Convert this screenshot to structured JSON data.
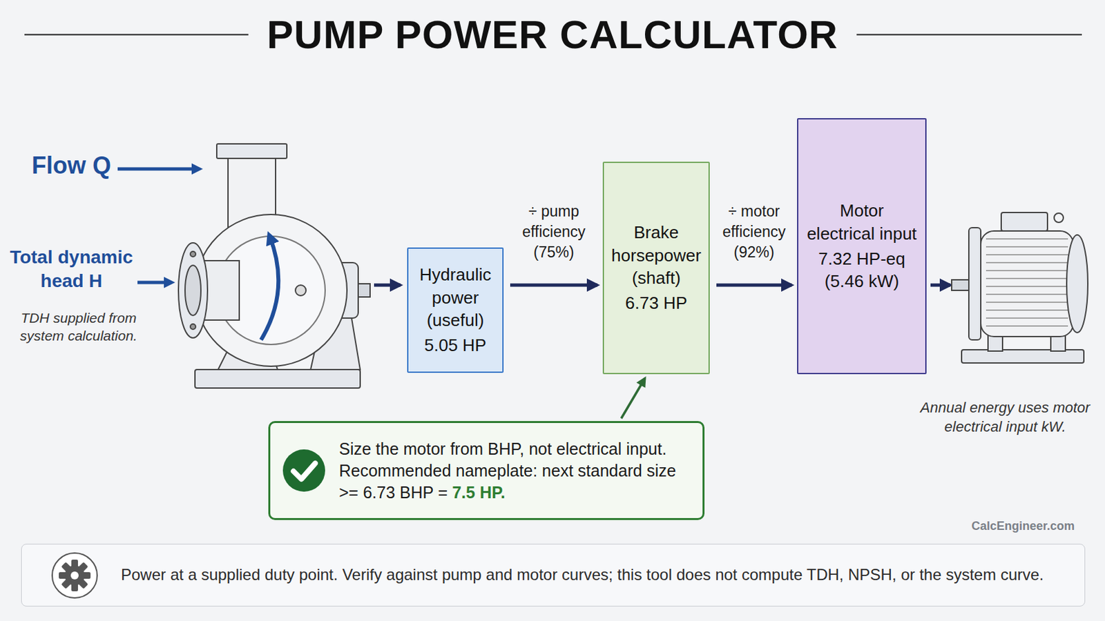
{
  "diagram": {
    "title": "PUMP POWER CALCULATOR",
    "nodes": [
      {
        "text": [
          "Hydraulic power (useful)",
          "5.05 HP"
        ]
      },
      {
        "text": [
          "Brake horsepower (shaft)",
          "6.73 HP"
        ]
      },
      {
        "text": [
          "Motor electrical input",
          "7.32 HP-eq (5.46 kW)"
        ]
      },
      {
        "text": [
          "Size the motor from BHP, not electrical input. Recommended nameplate: next standard size >= 6.73 BHP =",
          "7.5 HP."
        ]
      },
      {
        "text": [
          "Power at a supplied duty point. Verify against pump and motor curves; this tool does not compute TDH, NPSH, or the system curve."
        ]
      }
    ],
    "edges": [
      {
        "from": 0,
        "to": 1,
        "arrow": "to",
        "label": "÷ pump efficiency (75%)"
      },
      {
        "from": 1,
        "to": 2,
        "arrow": "to",
        "label": "÷ motor efficiency (92%)"
      },
      {
        "from": 3,
        "to": 1,
        "arrow": "to"
      }
    ],
    "labels": [
      "Flow Q",
      "Total dynamic head H",
      "TDH supplied from system calculation.",
      "Annual energy uses motor electrical input kW.",
      "CalcEngineer.com"
    ]
  }
}
